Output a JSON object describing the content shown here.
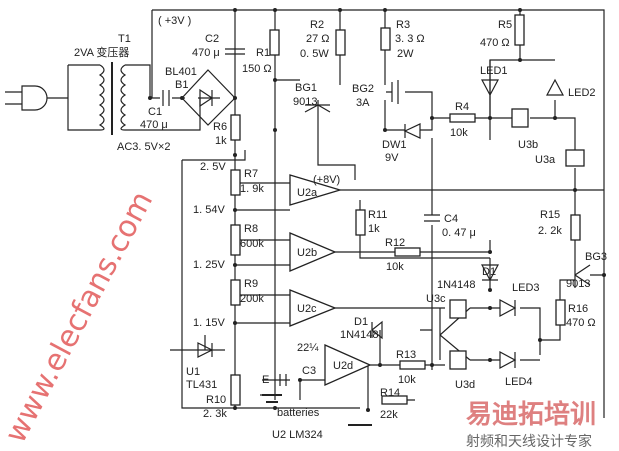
{
  "supply": {
    "rail": "( +3V )",
    "opamp_rail": "(+8V)"
  },
  "transformer": {
    "ref": "T1",
    "desc": "2VA 变压器",
    "secondary": "AC3. 5V×2"
  },
  "components": {
    "C1": {
      "ref": "C1",
      "value": "470 μ"
    },
    "C2": {
      "ref": "C2",
      "value": "470 μ"
    },
    "B1": {
      "ref": "B1",
      "part": "BL401"
    },
    "R1": {
      "ref": "R1",
      "value": "150 Ω"
    },
    "R2": {
      "ref": "R2",
      "value": "27 Ω",
      "power": "0. 5W"
    },
    "R3": {
      "ref": "R3",
      "value": "3. 3 Ω",
      "power": "2W"
    },
    "R4": {
      "ref": "R4",
      "value": "10k"
    },
    "R5": {
      "ref": "R5",
      "value": "470 Ω"
    },
    "R6": {
      "ref": "R6",
      "value": "1k"
    },
    "R7": {
      "ref": "R7",
      "value": "1. 9k"
    },
    "R8": {
      "ref": "R8",
      "value": "600k"
    },
    "R9": {
      "ref": "R9",
      "value": "200k"
    },
    "R10": {
      "ref": "R10",
      "value": "2. 3k"
    },
    "R11": {
      "ref": "R11",
      "value": "1k"
    },
    "R12": {
      "ref": "R12",
      "value": "10k"
    },
    "R13": {
      "ref": "R13",
      "value": "10k"
    },
    "R14": {
      "ref": "R14",
      "value": "22k"
    },
    "R15": {
      "ref": "R15",
      "value": "2. 2k"
    },
    "R16": {
      "ref": "R16",
      "value": "470 Ω"
    },
    "BG1": {
      "ref": "BG1",
      "part": "9013"
    },
    "BG2": {
      "ref": "BG2",
      "part": "3A"
    },
    "BG3": {
      "ref": "BG3",
      "part": "9013"
    },
    "DW1": {
      "ref": "DW1",
      "value": "9V"
    },
    "C3": {
      "ref": "C3",
      "value": "22¼"
    },
    "C4": {
      "ref": "C4",
      "value": "0. 47 μ"
    },
    "D1a": {
      "ref": "D1",
      "part": "1N4148"
    },
    "D1b": {
      "ref": "D1",
      "part": "1N4148"
    },
    "U1": {
      "ref": "U1",
      "part": "TL431"
    },
    "U2": {
      "a": "U2a",
      "b": "U2b",
      "c": "U2c",
      "d": "U2d",
      "part": "U2 LM324"
    },
    "U3": {
      "a": "U3a",
      "b": "U3b",
      "c": "U3c",
      "d": "U3d"
    },
    "LED": {
      "1": "LED1",
      "2": "LED2",
      "3": "LED3",
      "4": "LED4"
    }
  },
  "voltages": {
    "v1": "2. 5V",
    "v2": "1. 54V",
    "v3": "1. 25V",
    "v4": "1. 15V"
  },
  "battery": {
    "node": "E",
    "label": "batteries"
  },
  "watermark": "www.elecfans.com",
  "logo": {
    "name": "易迪拓培训",
    "tagline": "射频和天线设计专家"
  }
}
